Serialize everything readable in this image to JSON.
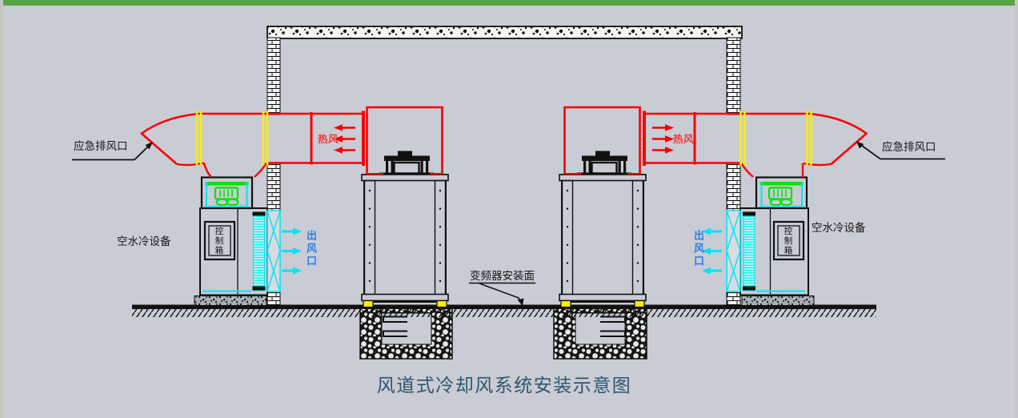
{
  "title": "风道式冷却风系统安装示意图",
  "labels": {
    "emergency_exhaust_left": "应急排风口",
    "emergency_exhaust_right": "应急排风口",
    "air_water_cooler_left": "空水冷设备",
    "air_water_cooler_right": "空水冷设备",
    "hot_air_left": "热风",
    "hot_air_right": "热风",
    "air_outlet_left": "出风口",
    "air_outlet_right": "出风口",
    "control_box_left": "控制箱",
    "control_box_right": "控制箱",
    "inverter_mount_surface": "变频器安装面"
  },
  "colors": {
    "background": "#c9ccd4",
    "accent_bar_green": "#56a546",
    "duct_red": "#f80000",
    "flange_yellow": "#ffee00",
    "airflow_cyan": "#00e4f4",
    "fan_green": "#00e400",
    "outlet_text_blue": "#2d7ede",
    "hot_air_text_red": "#ff3333",
    "title_color": "#2e556e"
  }
}
